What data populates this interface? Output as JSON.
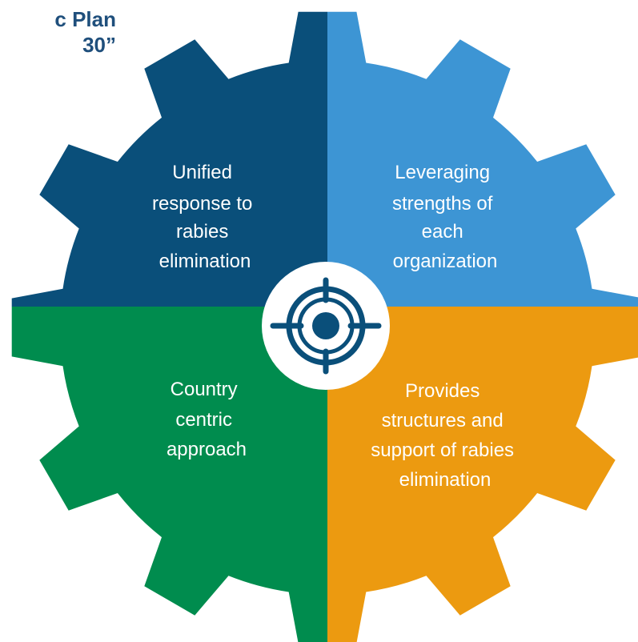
{
  "title": {
    "line1": "c Plan",
    "line2": "30”"
  },
  "quadrants": [
    {
      "id": "top-left",
      "color": "#0a4f7a",
      "lines": [
        "Unified",
        "response to",
        "rabies",
        "elimination"
      ]
    },
    {
      "id": "top-right",
      "color": "#3d95d4",
      "lines": [
        "Leveraging",
        "strengths of",
        "each",
        "organization"
      ]
    },
    {
      "id": "bottom-left",
      "color": "#008c4e",
      "lines": [
        "Country",
        "centric",
        "approach"
      ]
    },
    {
      "id": "bottom-right",
      "color": "#ec9a10",
      "lines": [
        "Provides",
        "structures and",
        "support of rabies",
        "elimination"
      ]
    }
  ],
  "center": {
    "icon": "target-icon",
    "background": "#ffffff",
    "iconColor": "#0a4f7a"
  }
}
